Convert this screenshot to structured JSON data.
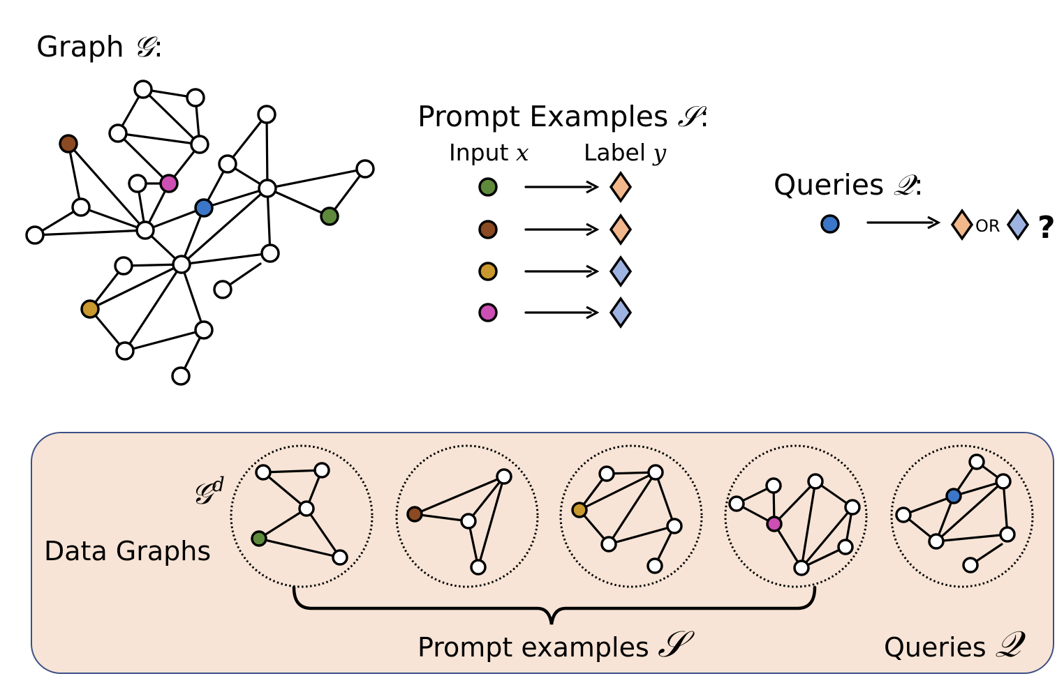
{
  "colors": {
    "white_node": "#ffffff",
    "green": "#5f8a3c",
    "brown": "#8b4a22",
    "gold": "#c9982e",
    "magenta": "#cc4fb4",
    "blue": "#3b76c8",
    "label_orange": "#f2b88c",
    "label_blue": "#9fb3e3",
    "panel_fill": "#f7e4d6",
    "panel_border": "#3d4f85"
  },
  "graph_section": {
    "title": "Graph ",
    "title_symbol": "𝒢",
    "title_suffix": ":",
    "nodes": [
      {
        "id": 0,
        "color": "white_node"
      },
      {
        "id": 1,
        "color": "white_node"
      },
      {
        "id": 2,
        "color": "white_node"
      },
      {
        "id": 3,
        "color": "white_node"
      },
      {
        "id": 4,
        "color": "brown"
      },
      {
        "id": 5,
        "color": "white_node"
      },
      {
        "id": 6,
        "color": "white_node"
      },
      {
        "id": 7,
        "color": "white_node"
      },
      {
        "id": 8,
        "color": "magenta"
      },
      {
        "id": 9,
        "color": "white_node"
      },
      {
        "id": 10,
        "color": "white_node"
      },
      {
        "id": 11,
        "color": "blue"
      },
      {
        "id": 12,
        "color": "white_node"
      },
      {
        "id": 13,
        "color": "green"
      },
      {
        "id": 14,
        "color": "white_node"
      },
      {
        "id": 15,
        "color": "white_node"
      },
      {
        "id": 16,
        "color": "white_node"
      },
      {
        "id": 17,
        "color": "white_node"
      },
      {
        "id": 18,
        "color": "white_node"
      },
      {
        "id": 19,
        "color": "white_node"
      },
      {
        "id": 20,
        "color": "gold"
      },
      {
        "id": 21,
        "color": "white_node"
      },
      {
        "id": 22,
        "color": "white_node"
      },
      {
        "id": 23,
        "color": "white_node"
      }
    ],
    "edges": [
      [
        0,
        1
      ],
      [
        0,
        2
      ],
      [
        0,
        3
      ],
      [
        1,
        3
      ],
      [
        2,
        3
      ],
      [
        2,
        8
      ],
      [
        3,
        8
      ],
      [
        7,
        8
      ],
      [
        7,
        15
      ],
      [
        8,
        15
      ],
      [
        4,
        12
      ],
      [
        4,
        15
      ],
      [
        12,
        14
      ],
      [
        12,
        15
      ],
      [
        14,
        15
      ],
      [
        15,
        11
      ],
      [
        15,
        18
      ],
      [
        11,
        6
      ],
      [
        11,
        10
      ],
      [
        11,
        18
      ],
      [
        6,
        5
      ],
      [
        6,
        10
      ],
      [
        5,
        10
      ],
      [
        10,
        9
      ],
      [
        10,
        13
      ],
      [
        9,
        13
      ],
      [
        10,
        16
      ],
      [
        10,
        18
      ],
      [
        18,
        16
      ],
      [
        18,
        17
      ],
      [
        18,
        20
      ],
      [
        18,
        22
      ],
      [
        18,
        21
      ],
      [
        17,
        20
      ],
      [
        20,
        22
      ],
      [
        22,
        21
      ],
      [
        21,
        23
      ],
      [
        16,
        19
      ]
    ]
  },
  "prompt_examples": {
    "title": "Prompt Examples ",
    "title_symbol": "𝒮",
    "title_suffix": ":",
    "input_header": "Input ",
    "input_symbol": "x",
    "label_header": "Label ",
    "label_symbol": "y",
    "rows": [
      {
        "input_color": "green",
        "label_color": "label_orange"
      },
      {
        "input_color": "brown",
        "label_color": "label_orange"
      },
      {
        "input_color": "gold",
        "label_color": "label_blue"
      },
      {
        "input_color": "magenta",
        "label_color": "label_blue"
      }
    ]
  },
  "queries": {
    "title": "Queries ",
    "title_symbol": "𝒬",
    "title_suffix": ":",
    "input_color": "blue",
    "option_a_color": "label_orange",
    "or_label": "OR",
    "option_b_color": "label_blue",
    "question": "?"
  },
  "data_graphs": {
    "label": "Data Graphs",
    "symbol": "𝒢",
    "superscript": "d",
    "brace_label": "Prompt examples ",
    "brace_symbol": "𝒮",
    "queries_label": "Queries ",
    "queries_symbol": "𝒬",
    "subgraphs": [
      {
        "role": "prompt",
        "center_color": "green",
        "nodes": [
          "white_node",
          "white_node",
          "white_node",
          "green",
          "white_node"
        ],
        "edges": [
          [
            0,
            1
          ],
          [
            0,
            2
          ],
          [
            1,
            2
          ],
          [
            2,
            3
          ],
          [
            2,
            4
          ],
          [
            3,
            4
          ]
        ]
      },
      {
        "role": "prompt",
        "center_color": "brown",
        "nodes": [
          "white_node",
          "brown",
          "white_node",
          "white_node"
        ],
        "edges": [
          [
            1,
            0
          ],
          [
            1,
            2
          ],
          [
            0,
            2
          ],
          [
            0,
            3
          ],
          [
            2,
            3
          ]
        ]
      },
      {
        "role": "prompt",
        "center_color": "gold",
        "nodes": [
          "white_node",
          "white_node",
          "gold",
          "white_node",
          "white_node",
          "white_node"
        ],
        "edges": [
          [
            0,
            1
          ],
          [
            0,
            2
          ],
          [
            2,
            1
          ],
          [
            2,
            3
          ],
          [
            1,
            3
          ],
          [
            1,
            4
          ],
          [
            3,
            4
          ],
          [
            4,
            5
          ]
        ]
      },
      {
        "role": "prompt",
        "center_color": "magenta",
        "nodes": [
          "white_node",
          "white_node",
          "white_node",
          "magenta",
          "white_node",
          "white_node",
          "white_node"
        ],
        "edges": [
          [
            1,
            0
          ],
          [
            1,
            3
          ],
          [
            0,
            3
          ],
          [
            3,
            2
          ],
          [
            3,
            6
          ],
          [
            2,
            6
          ],
          [
            2,
            4
          ],
          [
            4,
            6
          ],
          [
            4,
            5
          ],
          [
            5,
            6
          ]
        ]
      },
      {
        "role": "query",
        "center_color": "blue",
        "nodes": [
          "white_node",
          "white_node",
          "blue",
          "white_node",
          "white_node",
          "white_node",
          "white_node"
        ],
        "edges": [
          [
            0,
            1
          ],
          [
            0,
            2
          ],
          [
            2,
            1
          ],
          [
            2,
            3
          ],
          [
            2,
            4
          ],
          [
            1,
            4
          ],
          [
            1,
            5
          ],
          [
            3,
            4
          ],
          [
            4,
            5
          ],
          [
            5,
            6
          ]
        ]
      }
    ]
  }
}
